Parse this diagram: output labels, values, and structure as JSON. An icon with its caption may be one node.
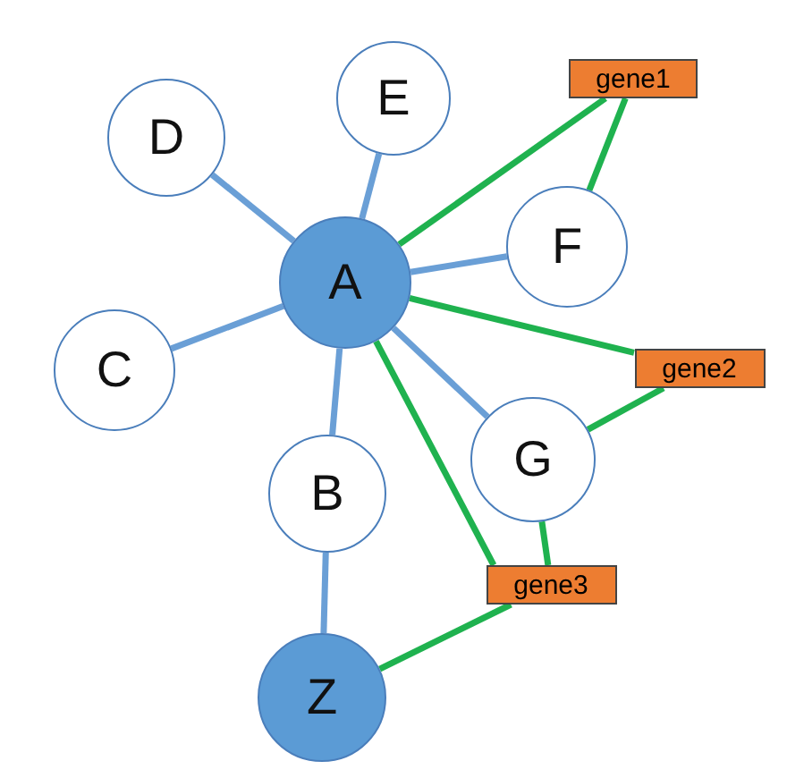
{
  "diagram": {
    "nodes": [
      {
        "text": [
          "A"
        ]
      },
      {
        "text": [
          "B"
        ]
      },
      {
        "text": [
          "C"
        ]
      },
      {
        "text": [
          "D"
        ]
      },
      {
        "text": [
          "E"
        ]
      },
      {
        "text": [
          "F"
        ]
      },
      {
        "text": [
          "G"
        ]
      },
      {
        "text": [
          "Z"
        ]
      },
      {
        "text": [
          "gene1"
        ]
      },
      {
        "text": [
          "gene2"
        ]
      },
      {
        "text": [
          "gene3"
        ]
      }
    ],
    "edges": [
      {
        "from": 0,
        "to": 4,
        "arrow": "none",
        "color": "#6a9fd6"
      },
      {
        "from": 0,
        "to": 3,
        "arrow": "none",
        "color": "#6a9fd6"
      },
      {
        "from": 0,
        "to": 5,
        "arrow": "none",
        "color": "#6a9fd6"
      },
      {
        "from": 0,
        "to": 2,
        "arrow": "none",
        "color": "#6a9fd6"
      },
      {
        "from": 0,
        "to": 1,
        "arrow": "none",
        "color": "#6a9fd6"
      },
      {
        "from": 0,
        "to": 6,
        "arrow": "none",
        "color": "#6a9fd6"
      },
      {
        "from": 1,
        "to": 7,
        "arrow": "none",
        "color": "#6a9fd6"
      },
      {
        "from": 0,
        "to": 8,
        "arrow": "none",
        "color": "#1fb24f"
      },
      {
        "from": 8,
        "to": 5,
        "arrow": "none",
        "color": "#1fb24f"
      },
      {
        "from": 0,
        "to": 9,
        "arrow": "none",
        "color": "#1fb24f"
      },
      {
        "from": 9,
        "to": 6,
        "arrow": "none",
        "color": "#1fb24f"
      },
      {
        "from": 0,
        "to": 10,
        "arrow": "none",
        "color": "#1fb24f"
      },
      {
        "from": 6,
        "to": 10,
        "arrow": "none",
        "color": "#1fb24f"
      },
      {
        "from": 7,
        "to": 10,
        "arrow": "none",
        "color": "#1fb24f"
      }
    ]
  }
}
